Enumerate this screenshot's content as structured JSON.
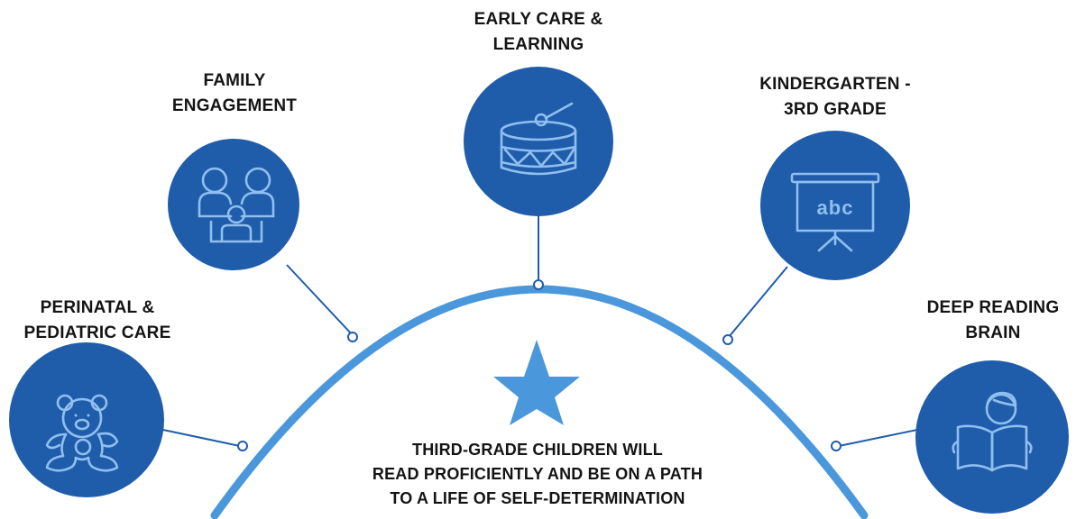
{
  "colors": {
    "circle_fill": "#1f5dab",
    "icon_stroke": "#8fbfee",
    "arc": "#4a97dc",
    "star": "#4a97dc",
    "connector": "#1f5dab",
    "text": "#141414"
  },
  "nodes": [
    {
      "id": "perinatal",
      "label_lines": [
        "PERINATAL &",
        "PEDIATRIC CARE"
      ],
      "icon": "teddy-bear-icon"
    },
    {
      "id": "family",
      "label_lines": [
        "FAMILY",
        "ENGAGEMENT"
      ],
      "icon": "family-icon"
    },
    {
      "id": "early-care",
      "label_lines": [
        "EARLY CARE &",
        "LEARNING"
      ],
      "icon": "drum-icon"
    },
    {
      "id": "kindergarten",
      "label_lines": [
        "KINDERGARTEN -",
        "3RD GRADE"
      ],
      "icon": "abc-board-icon",
      "icon_text": "abc"
    },
    {
      "id": "reading",
      "label_lines": [
        "DEEP READING",
        "BRAIN"
      ],
      "icon": "reading-child-icon"
    }
  ],
  "goal": {
    "icon": "star-icon",
    "lines": [
      "THIRD-GRADE CHILDREN WILL",
      "READ PROFICIENTLY AND BE ON A PATH",
      "TO A LIFE OF SELF-DETERMINATION"
    ]
  }
}
